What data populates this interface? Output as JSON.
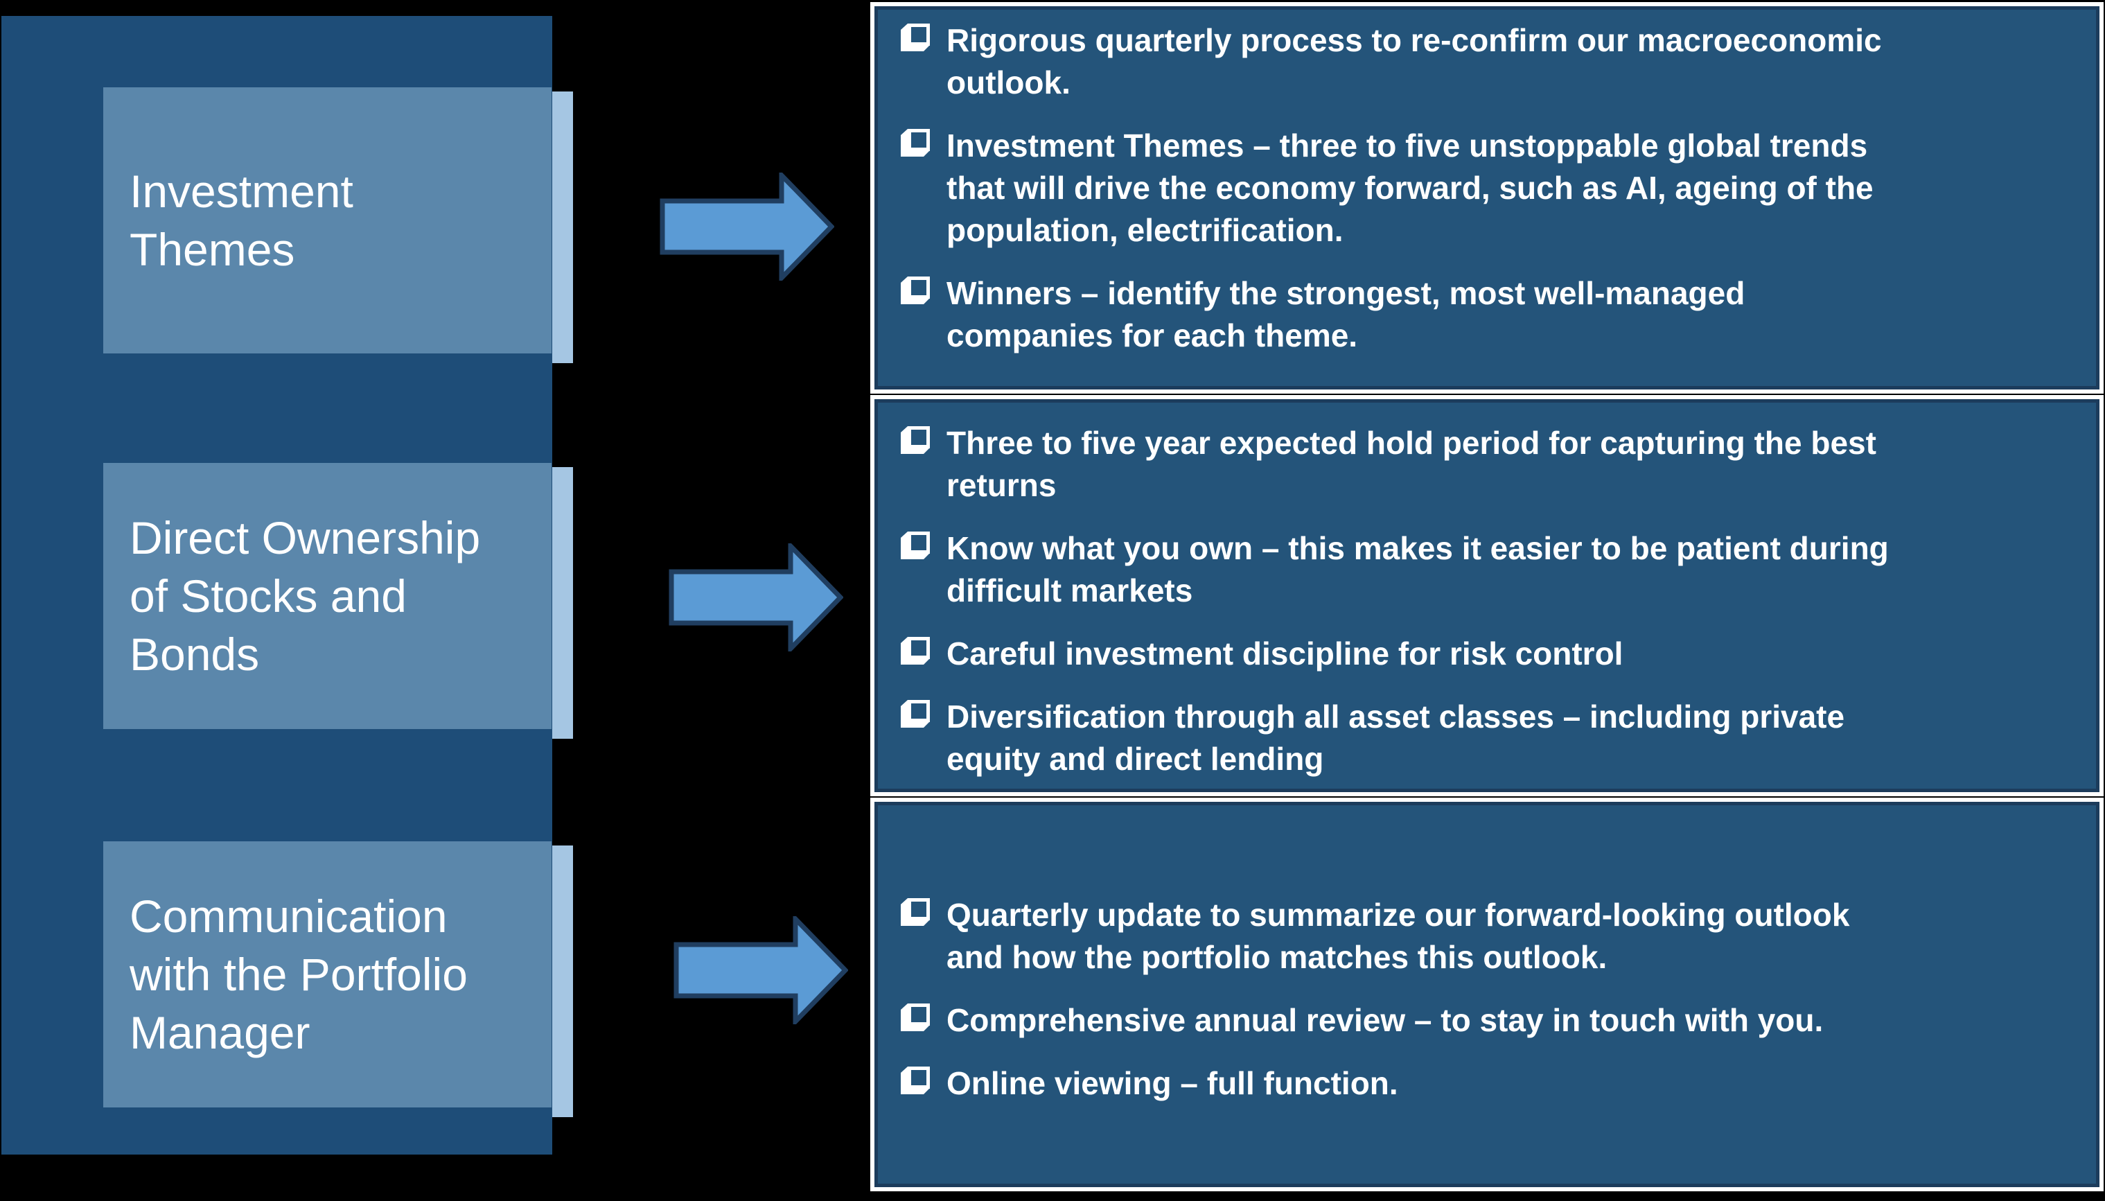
{
  "slide": {
    "background_color": "#000000",
    "left_panel": {
      "band_color": "#1E4D78",
      "box_color": "#5B87AB",
      "highlight_strip_color": "#A5C6E3",
      "text_color": "#FFFFFF",
      "boxes": [
        {
          "label": [
            "Investment",
            "Themes"
          ]
        },
        {
          "label": [
            "Direct Ownership",
            "of Stocks and",
            "Bonds"
          ]
        },
        {
          "label": [
            "Communication",
            "with the Portfolio",
            "Manager"
          ]
        }
      ]
    },
    "arrows": {
      "fill_color": "#5B9BD5",
      "stroke_color": "#203E60"
    },
    "right_panel": {
      "box_fill_color": "#24547A",
      "box_inner_border_color": "#1C3C5C",
      "box_outer_border_color": "#FFFFFF",
      "bullet_style": "shadowed-checkbox",
      "boxes": [
        {
          "items": [
            [
              "Rigorous quarterly process to re-confirm our macroeconomic",
              "outlook."
            ],
            [
              "Investment Themes – three to five unstoppable global trends",
              "that will drive the economy forward, such as AI, ageing of the",
              "population, electrification."
            ],
            [
              "Winners – identify the strongest, most well-managed",
              "companies  for each theme."
            ]
          ]
        },
        {
          "items": [
            [
              "Three to five year expected hold period for capturing the best",
              "returns"
            ],
            [
              "Know what you own – this makes it easier to be patient during",
              "difficult markets"
            ],
            [
              "Careful investment discipline for risk control"
            ],
            [
              "Diversification through all asset classes – including private",
              "equity and direct lending"
            ]
          ]
        },
        {
          "items": [
            [
              "Quarterly update to summarize our forward-looking outlook",
              "and how the portfolio matches this outlook."
            ],
            [
              "Comprehensive annual review – to stay in touch with you."
            ],
            [
              "Online viewing – full function."
            ]
          ]
        }
      ]
    }
  }
}
